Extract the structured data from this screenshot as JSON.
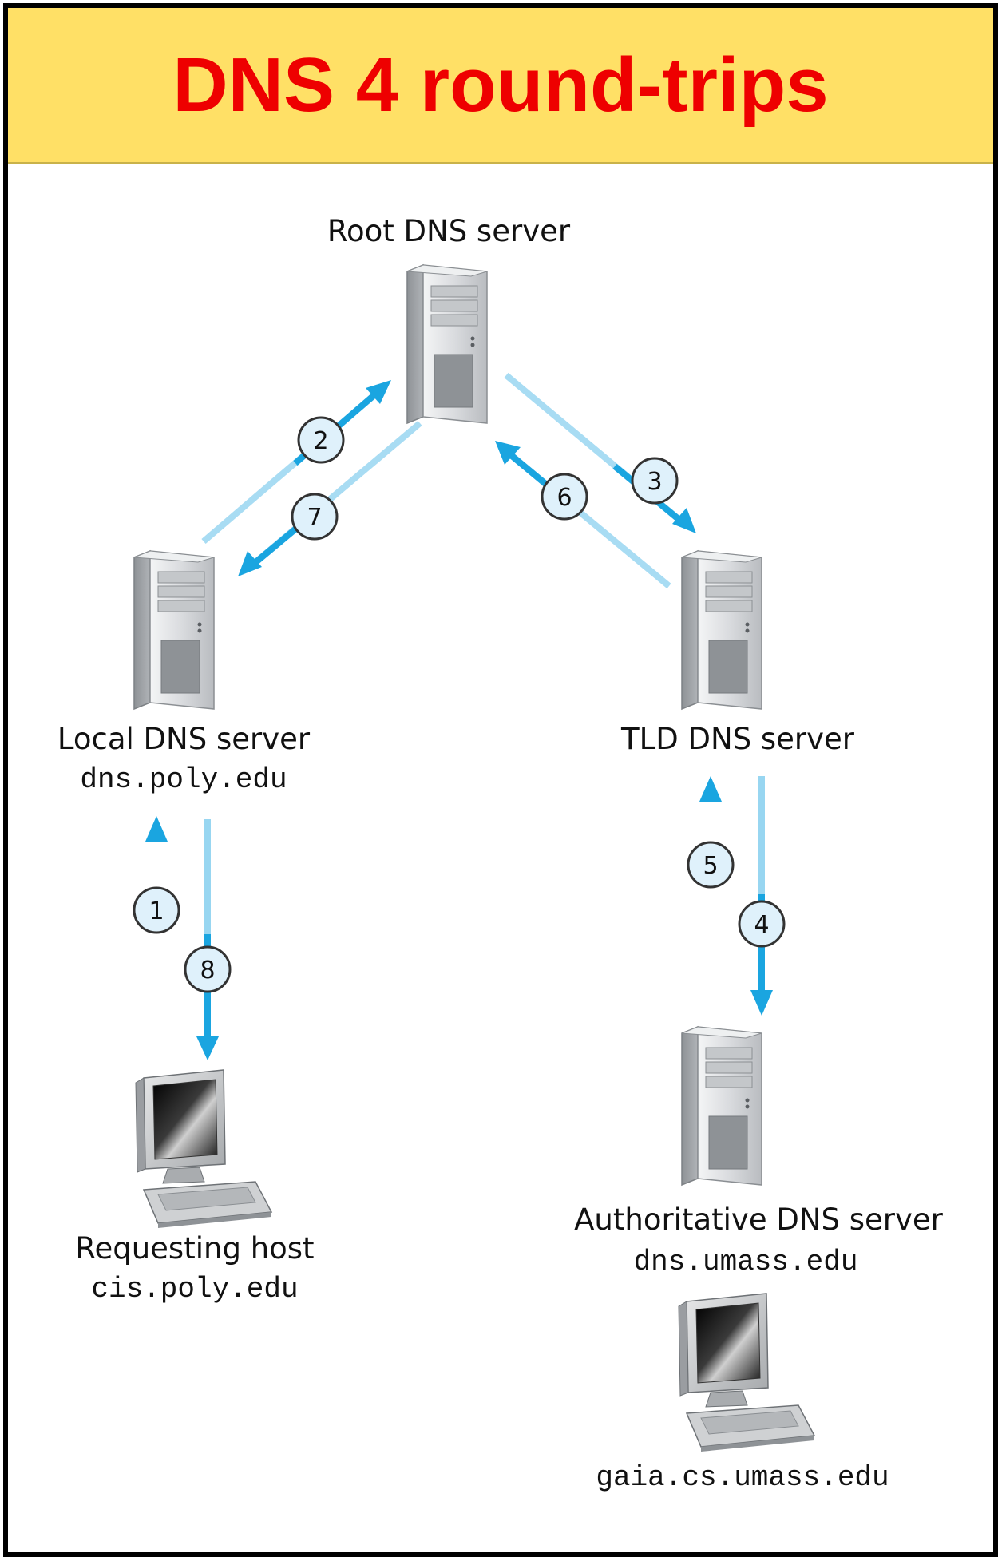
{
  "title": "DNS 4 round-trips",
  "colors": {
    "title_band": "#ffe066",
    "title_text": "#ee0000",
    "arrow": "#1aa5e0",
    "arrow_faded": "#a8dcf3",
    "badge_fill": "#dff1fb"
  },
  "nodes": {
    "root": {
      "label": "Root DNS server",
      "icon": "server-icon"
    },
    "local": {
      "label": "Local DNS server",
      "hostname": "dns.poly.edu",
      "icon": "server-icon"
    },
    "tld": {
      "label": "TLD DNS server",
      "icon": "server-icon"
    },
    "authoritative": {
      "label": "Authoritative DNS server",
      "hostname": "dns.umass.edu",
      "icon": "server-icon"
    },
    "requesting_host": {
      "label": "Requesting host",
      "hostname": "cis.poly.edu",
      "icon": "desktop-computer-icon"
    },
    "target_host": {
      "hostname": "gaia.cs.umass.edu",
      "icon": "desktop-computer-icon"
    }
  },
  "steps": [
    {
      "num": "1",
      "from": "requesting_host",
      "to": "local"
    },
    {
      "num": "2",
      "from": "local",
      "to": "root"
    },
    {
      "num": "3",
      "from": "root",
      "to": "tld"
    },
    {
      "num": "4",
      "from": "tld",
      "to": "authoritative"
    },
    {
      "num": "5",
      "from": "authoritative",
      "to": "tld"
    },
    {
      "num": "6",
      "from": "tld",
      "to": "root"
    },
    {
      "num": "7",
      "from": "root",
      "to": "local"
    },
    {
      "num": "8",
      "from": "local",
      "to": "requesting_host"
    }
  ]
}
